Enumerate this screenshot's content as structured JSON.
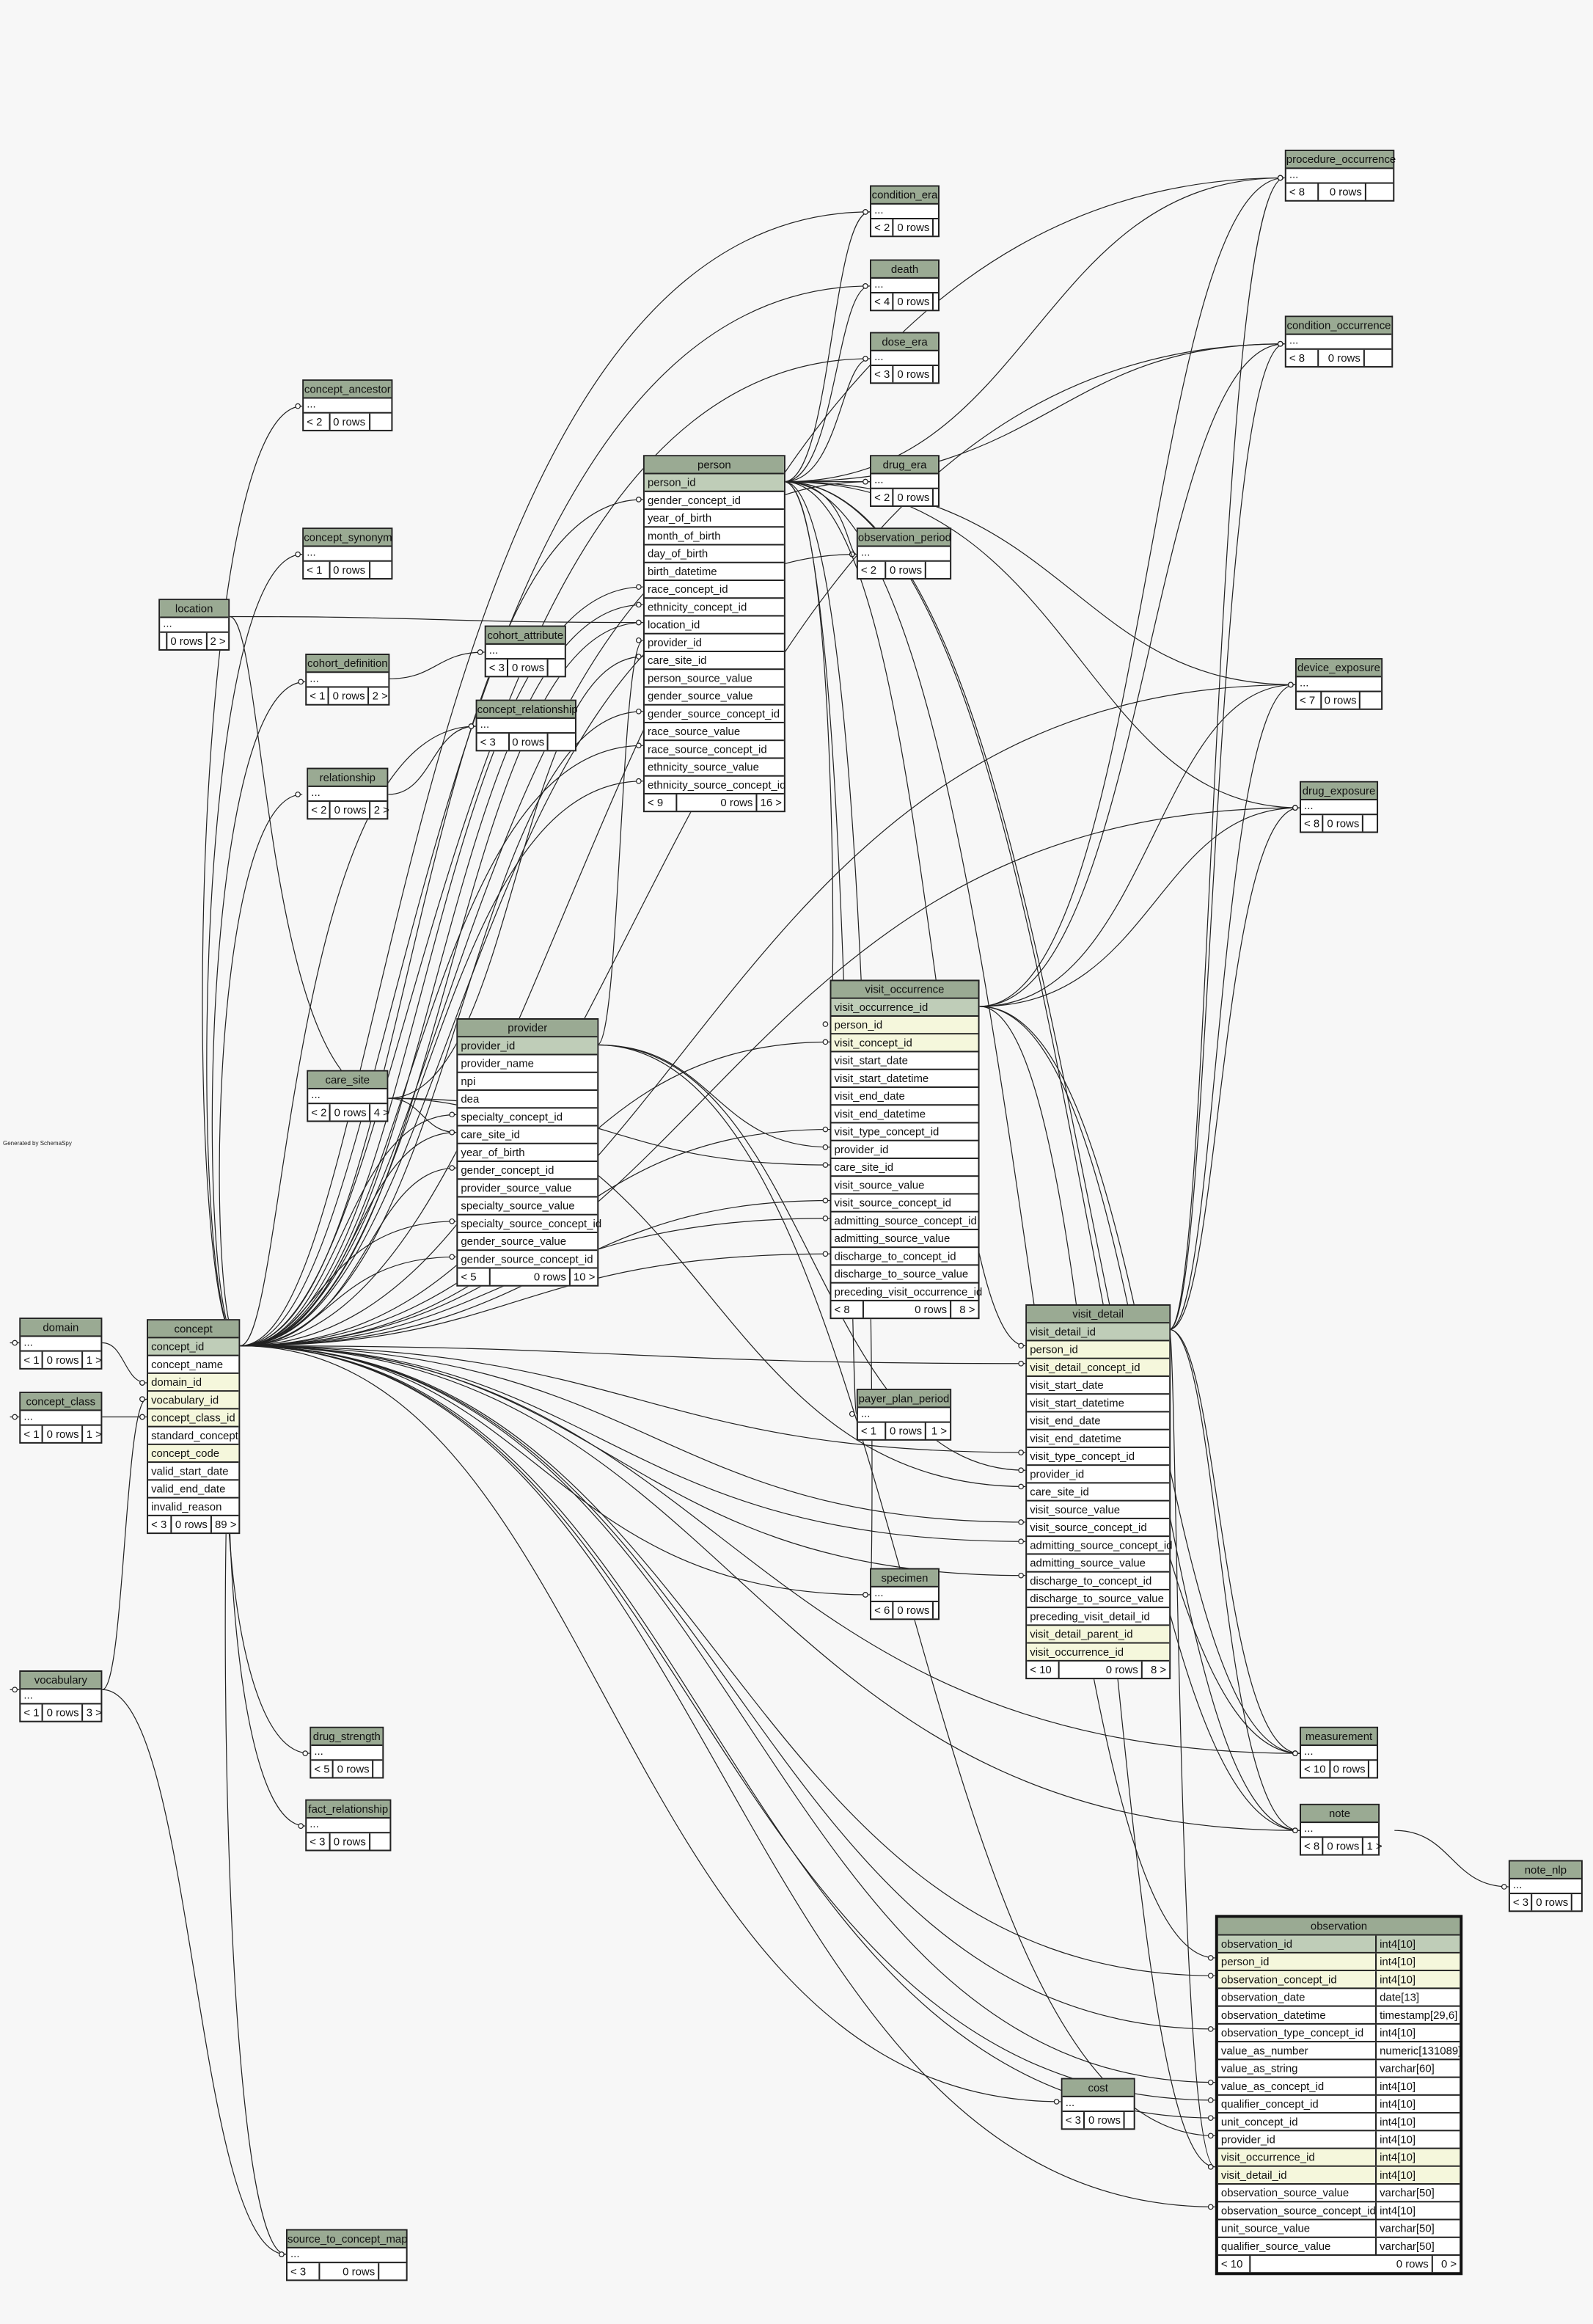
{
  "credit": "Generated by SchemaSpy",
  "tables": {
    "procedure_occurrence": {
      "title": "procedure_occurrence",
      "stats": [
        "< 8",
        "0 rows",
        ""
      ]
    },
    "condition_era": {
      "title": "condition_era",
      "stats": [
        "< 2",
        "0 rows",
        ""
      ]
    },
    "death": {
      "title": "death",
      "stats": [
        "< 4",
        "0 rows",
        ""
      ]
    },
    "dose_era": {
      "title": "dose_era",
      "stats": [
        "< 3",
        "0 rows",
        ""
      ]
    },
    "condition_occurrence": {
      "title": "condition_occurrence",
      "stats": [
        "< 8",
        "0 rows",
        ""
      ]
    },
    "concept_ancestor": {
      "title": "concept_ancestor",
      "stats": [
        "< 2",
        "0 rows",
        ""
      ]
    },
    "drug_era": {
      "title": "drug_era",
      "stats": [
        "< 2",
        "0 rows",
        ""
      ]
    },
    "observation_period": {
      "title": "observation_period",
      "stats": [
        "< 2",
        "0 rows",
        ""
      ]
    },
    "concept_synonym": {
      "title": "concept_synonym",
      "stats": [
        "< 1",
        "0 rows",
        ""
      ]
    },
    "location": {
      "title": "location",
      "stats": [
        "",
        "0 rows",
        "2 >"
      ]
    },
    "cohort_attribute": {
      "title": "cohort_attribute",
      "stats": [
        "< 3",
        "0 rows",
        ""
      ]
    },
    "cohort_definition": {
      "title": "cohort_definition",
      "stats": [
        "< 1",
        "0 rows",
        "2 >"
      ]
    },
    "device_exposure": {
      "title": "device_exposure",
      "stats": [
        "< 7",
        "0 rows",
        ""
      ]
    },
    "concept_relationship": {
      "title": "concept_relationship",
      "stats": [
        "< 3",
        "0 rows",
        ""
      ]
    },
    "relationship": {
      "title": "relationship",
      "stats": [
        "< 2",
        "0 rows",
        "2 >"
      ]
    },
    "drug_exposure": {
      "title": "drug_exposure",
      "stats": [
        "< 8",
        "0 rows",
        ""
      ]
    },
    "care_site": {
      "title": "care_site",
      "stats": [
        "< 2",
        "0 rows",
        "4 >"
      ]
    },
    "domain": {
      "title": "domain",
      "stats": [
        "< 1",
        "0 rows",
        "1 >"
      ]
    },
    "concept_class": {
      "title": "concept_class",
      "stats": [
        "< 1",
        "0 rows",
        "1 >"
      ]
    },
    "payer_plan_period": {
      "title": "payer_plan_period",
      "stats": [
        "< 1",
        "0 rows",
        "1 >"
      ]
    },
    "specimen": {
      "title": "specimen",
      "stats": [
        "< 6",
        "0 rows",
        ""
      ]
    },
    "vocabulary": {
      "title": "vocabulary",
      "stats": [
        "< 1",
        "0 rows",
        "3 >"
      ]
    },
    "drug_strength": {
      "title": "drug_strength",
      "stats": [
        "< 5",
        "0 rows",
        ""
      ]
    },
    "measurement": {
      "title": "measurement",
      "stats": [
        "< 10",
        "0 rows",
        ""
      ]
    },
    "fact_relationship": {
      "title": "fact_relationship",
      "stats": [
        "< 3",
        "0 rows",
        ""
      ]
    },
    "note": {
      "title": "note",
      "stats": [
        "< 8",
        "0 rows",
        "1 >"
      ]
    },
    "note_nlp": {
      "title": "note_nlp",
      "stats": [
        "< 3",
        "0 rows",
        ""
      ]
    },
    "cost": {
      "title": "cost",
      "stats": [
        "< 3",
        "0 rows",
        ""
      ]
    },
    "source_to_concept_map": {
      "title": "source_to_concept_map",
      "stats": [
        "< 3",
        "0 rows",
        ""
      ]
    },
    "person": {
      "title": "person",
      "stats": [
        "< 9",
        "0 rows",
        "16 >"
      ],
      "columns": [
        "person_id",
        "gender_concept_id",
        "year_of_birth",
        "month_of_birth",
        "day_of_birth",
        "birth_datetime",
        "race_concept_id",
        "ethnicity_concept_id",
        "location_id",
        "provider_id",
        "care_site_id",
        "person_source_value",
        "gender_source_value",
        "gender_source_concept_id",
        "race_source_value",
        "race_source_concept_id",
        "ethnicity_source_value",
        "ethnicity_source_concept_id"
      ]
    },
    "provider": {
      "title": "provider",
      "stats": [
        "< 5",
        "0 rows",
        "10 >"
      ],
      "columns": [
        "provider_id",
        "provider_name",
        "npi",
        "dea",
        "specialty_concept_id",
        "care_site_id",
        "year_of_birth",
        "gender_concept_id",
        "provider_source_value",
        "specialty_source_value",
        "specialty_source_concept_id",
        "gender_source_value",
        "gender_source_concept_id"
      ]
    },
    "visit_occurrence": {
      "title": "visit_occurrence",
      "stats": [
        "< 8",
        "0 rows",
        "8 >"
      ],
      "columns": [
        "visit_occurrence_id",
        "person_id",
        "visit_concept_id",
        "visit_start_date",
        "visit_start_datetime",
        "visit_end_date",
        "visit_end_datetime",
        "visit_type_concept_id",
        "provider_id",
        "care_site_id",
        "visit_source_value",
        "visit_source_concept_id",
        "admitting_source_concept_id",
        "admitting_source_value",
        "discharge_to_concept_id",
        "discharge_to_source_value",
        "preceding_visit_occurrence_id"
      ]
    },
    "visit_detail": {
      "title": "visit_detail",
      "stats": [
        "< 10",
        "0 rows",
        "8 >"
      ],
      "columns": [
        "visit_detail_id",
        "person_id",
        "visit_detail_concept_id",
        "visit_start_date",
        "visit_start_datetime",
        "visit_end_date",
        "visit_end_datetime",
        "visit_type_concept_id",
        "provider_id",
        "care_site_id",
        "visit_source_value",
        "visit_source_concept_id",
        "admitting_source_concept_id",
        "admitting_source_value",
        "discharge_to_concept_id",
        "discharge_to_source_value",
        "preceding_visit_detail_id",
        "visit_detail_parent_id",
        "visit_occurrence_id"
      ]
    },
    "concept": {
      "title": "concept",
      "stats": [
        "< 3",
        "0 rows",
        "89 >"
      ],
      "columns": [
        "concept_id",
        "concept_name",
        "domain_id",
        "vocabulary_id",
        "concept_class_id",
        "standard_concept",
        "concept_code",
        "valid_start_date",
        "valid_end_date",
        "invalid_reason"
      ]
    },
    "observation": {
      "title": "observation",
      "stats": [
        "< 10",
        "0 rows",
        "0 >"
      ],
      "columns": [
        "observation_id",
        "person_id",
        "observation_concept_id",
        "observation_date",
        "observation_datetime",
        "observation_type_concept_id",
        "value_as_number",
        "value_as_string",
        "value_as_concept_id",
        "qualifier_concept_id",
        "unit_concept_id",
        "provider_id",
        "visit_occurrence_id",
        "visit_detail_id",
        "observation_source_value",
        "observation_source_concept_id",
        "unit_source_value",
        "qualifier_source_value"
      ],
      "types": [
        "int4[10]",
        "int4[10]",
        "int4[10]",
        "date[13]",
        "timestamp[29,6]",
        "int4[10]",
        "numeric[131089]",
        "varchar[60]",
        "int4[10]",
        "int4[10]",
        "int4[10]",
        "int4[10]",
        "int4[10]",
        "int4[10]",
        "varchar[50]",
        "int4[10]",
        "varchar[50]",
        "varchar[50]"
      ]
    }
  }
}
